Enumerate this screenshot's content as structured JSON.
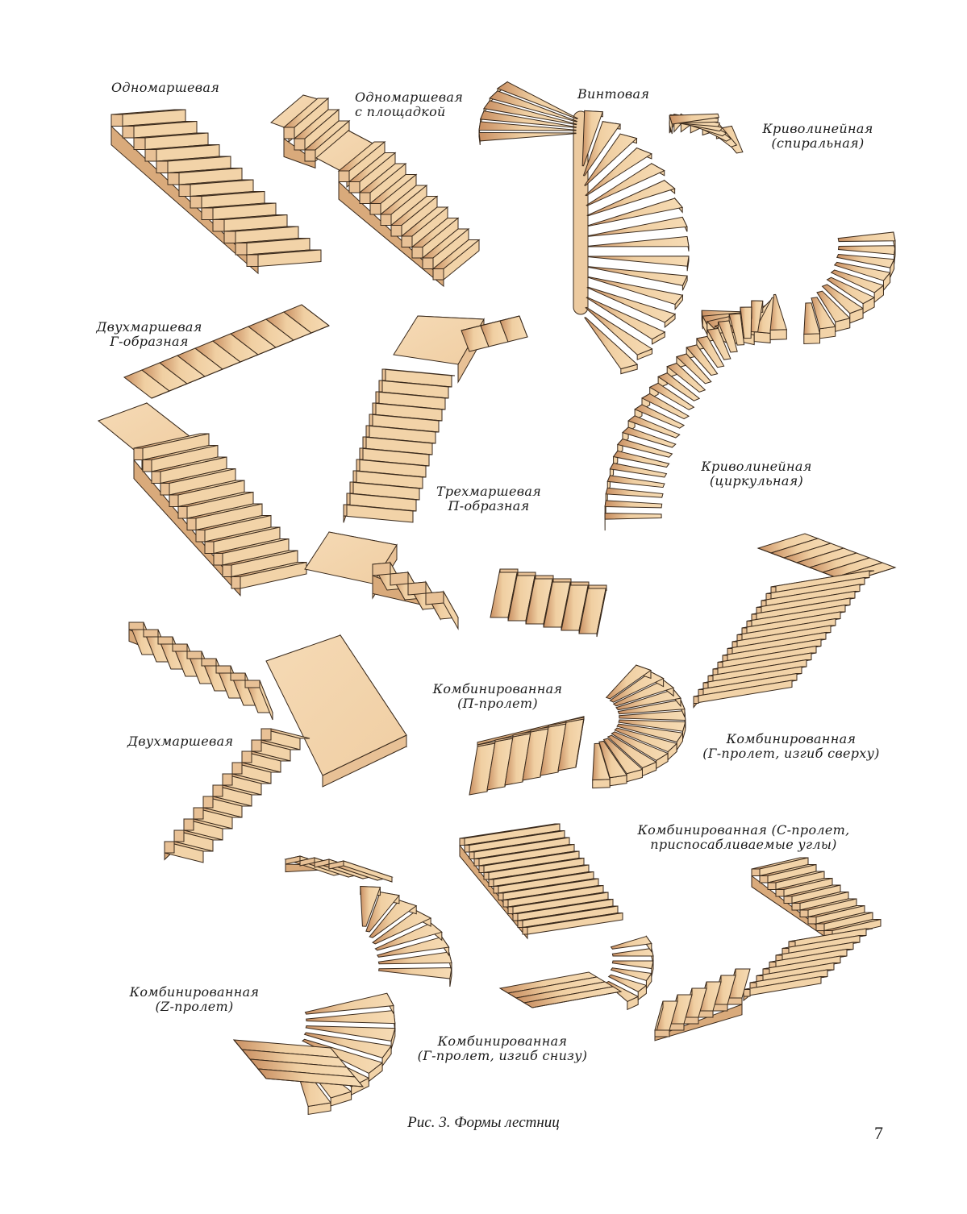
{
  "labels": {
    "single_flight": "Одномаршевая",
    "single_landing_1": "Одномаршевая",
    "single_landing_2": "с площадкой",
    "spiral": "Винтовая",
    "curved_spiral_1": "Криволинейная",
    "curved_spiral_2": "(спиральная)",
    "two_l_1": "Двухмаршевая",
    "two_l_2": "Г-образная",
    "three_u_1": "Трехмаршевая",
    "three_u_2": "П-образная",
    "curved_circ_1": "Криволинейная",
    "curved_circ_2": "(циркульная)",
    "comb_l_top_1": "Комбинированная",
    "comb_l_top_2": "(Г-пролет, изгиб сверху)",
    "two_flight": "Двухмаршевая",
    "comb_u_1": "Комбинированная",
    "comb_u_2": "(П-пролет)",
    "comb_c_1": "Комбинированная (С-пролет,",
    "comb_c_2": "приспосабливаемые углы)",
    "comb_z_1": "Комбинированная",
    "comb_z_2": "(Z-пролет)",
    "comb_l_bottom_1": "Комбинированная",
    "comb_l_bottom_2": "(Г-пролет, изгиб снизу)"
  },
  "caption": "Рис. 3. Формы лестниц",
  "page_number": "7",
  "colors": {
    "tread": "#f2d3a8",
    "riser": "#d9aa7b",
    "side": "#e8c196",
    "shadow": "#c08a5c",
    "outline": "#3a2a1c"
  }
}
